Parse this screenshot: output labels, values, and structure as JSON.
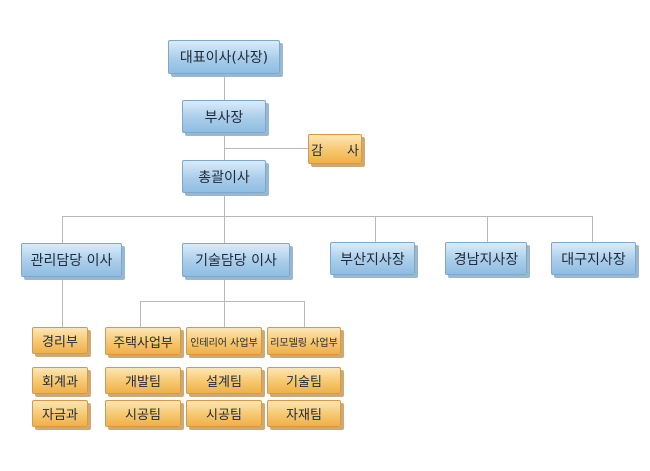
{
  "org": {
    "ceo": "대표이사(사장)",
    "vp": "부사장",
    "audit": "감 사",
    "gm": "총괄이사",
    "mgmt_director": "관리담당 이사",
    "tech_director": "기술담당 이사",
    "busan": "부산지사장",
    "gyeongnam": "경남지사장",
    "daegu": "대구지사장",
    "accounting_dept": "경리부",
    "accounting_sec": "회계과",
    "funds_sec": "자금과",
    "housing_div": "주택사업부",
    "interior_div": "인테리어 사업부",
    "remodel_div": "리모델링 사업부",
    "dev_team": "개발팀",
    "construction_team_1": "시공팀",
    "design_team": "설계팀",
    "construction_team_2": "시공팀",
    "tech_team": "기술팀",
    "material_team": "자재팀"
  }
}
